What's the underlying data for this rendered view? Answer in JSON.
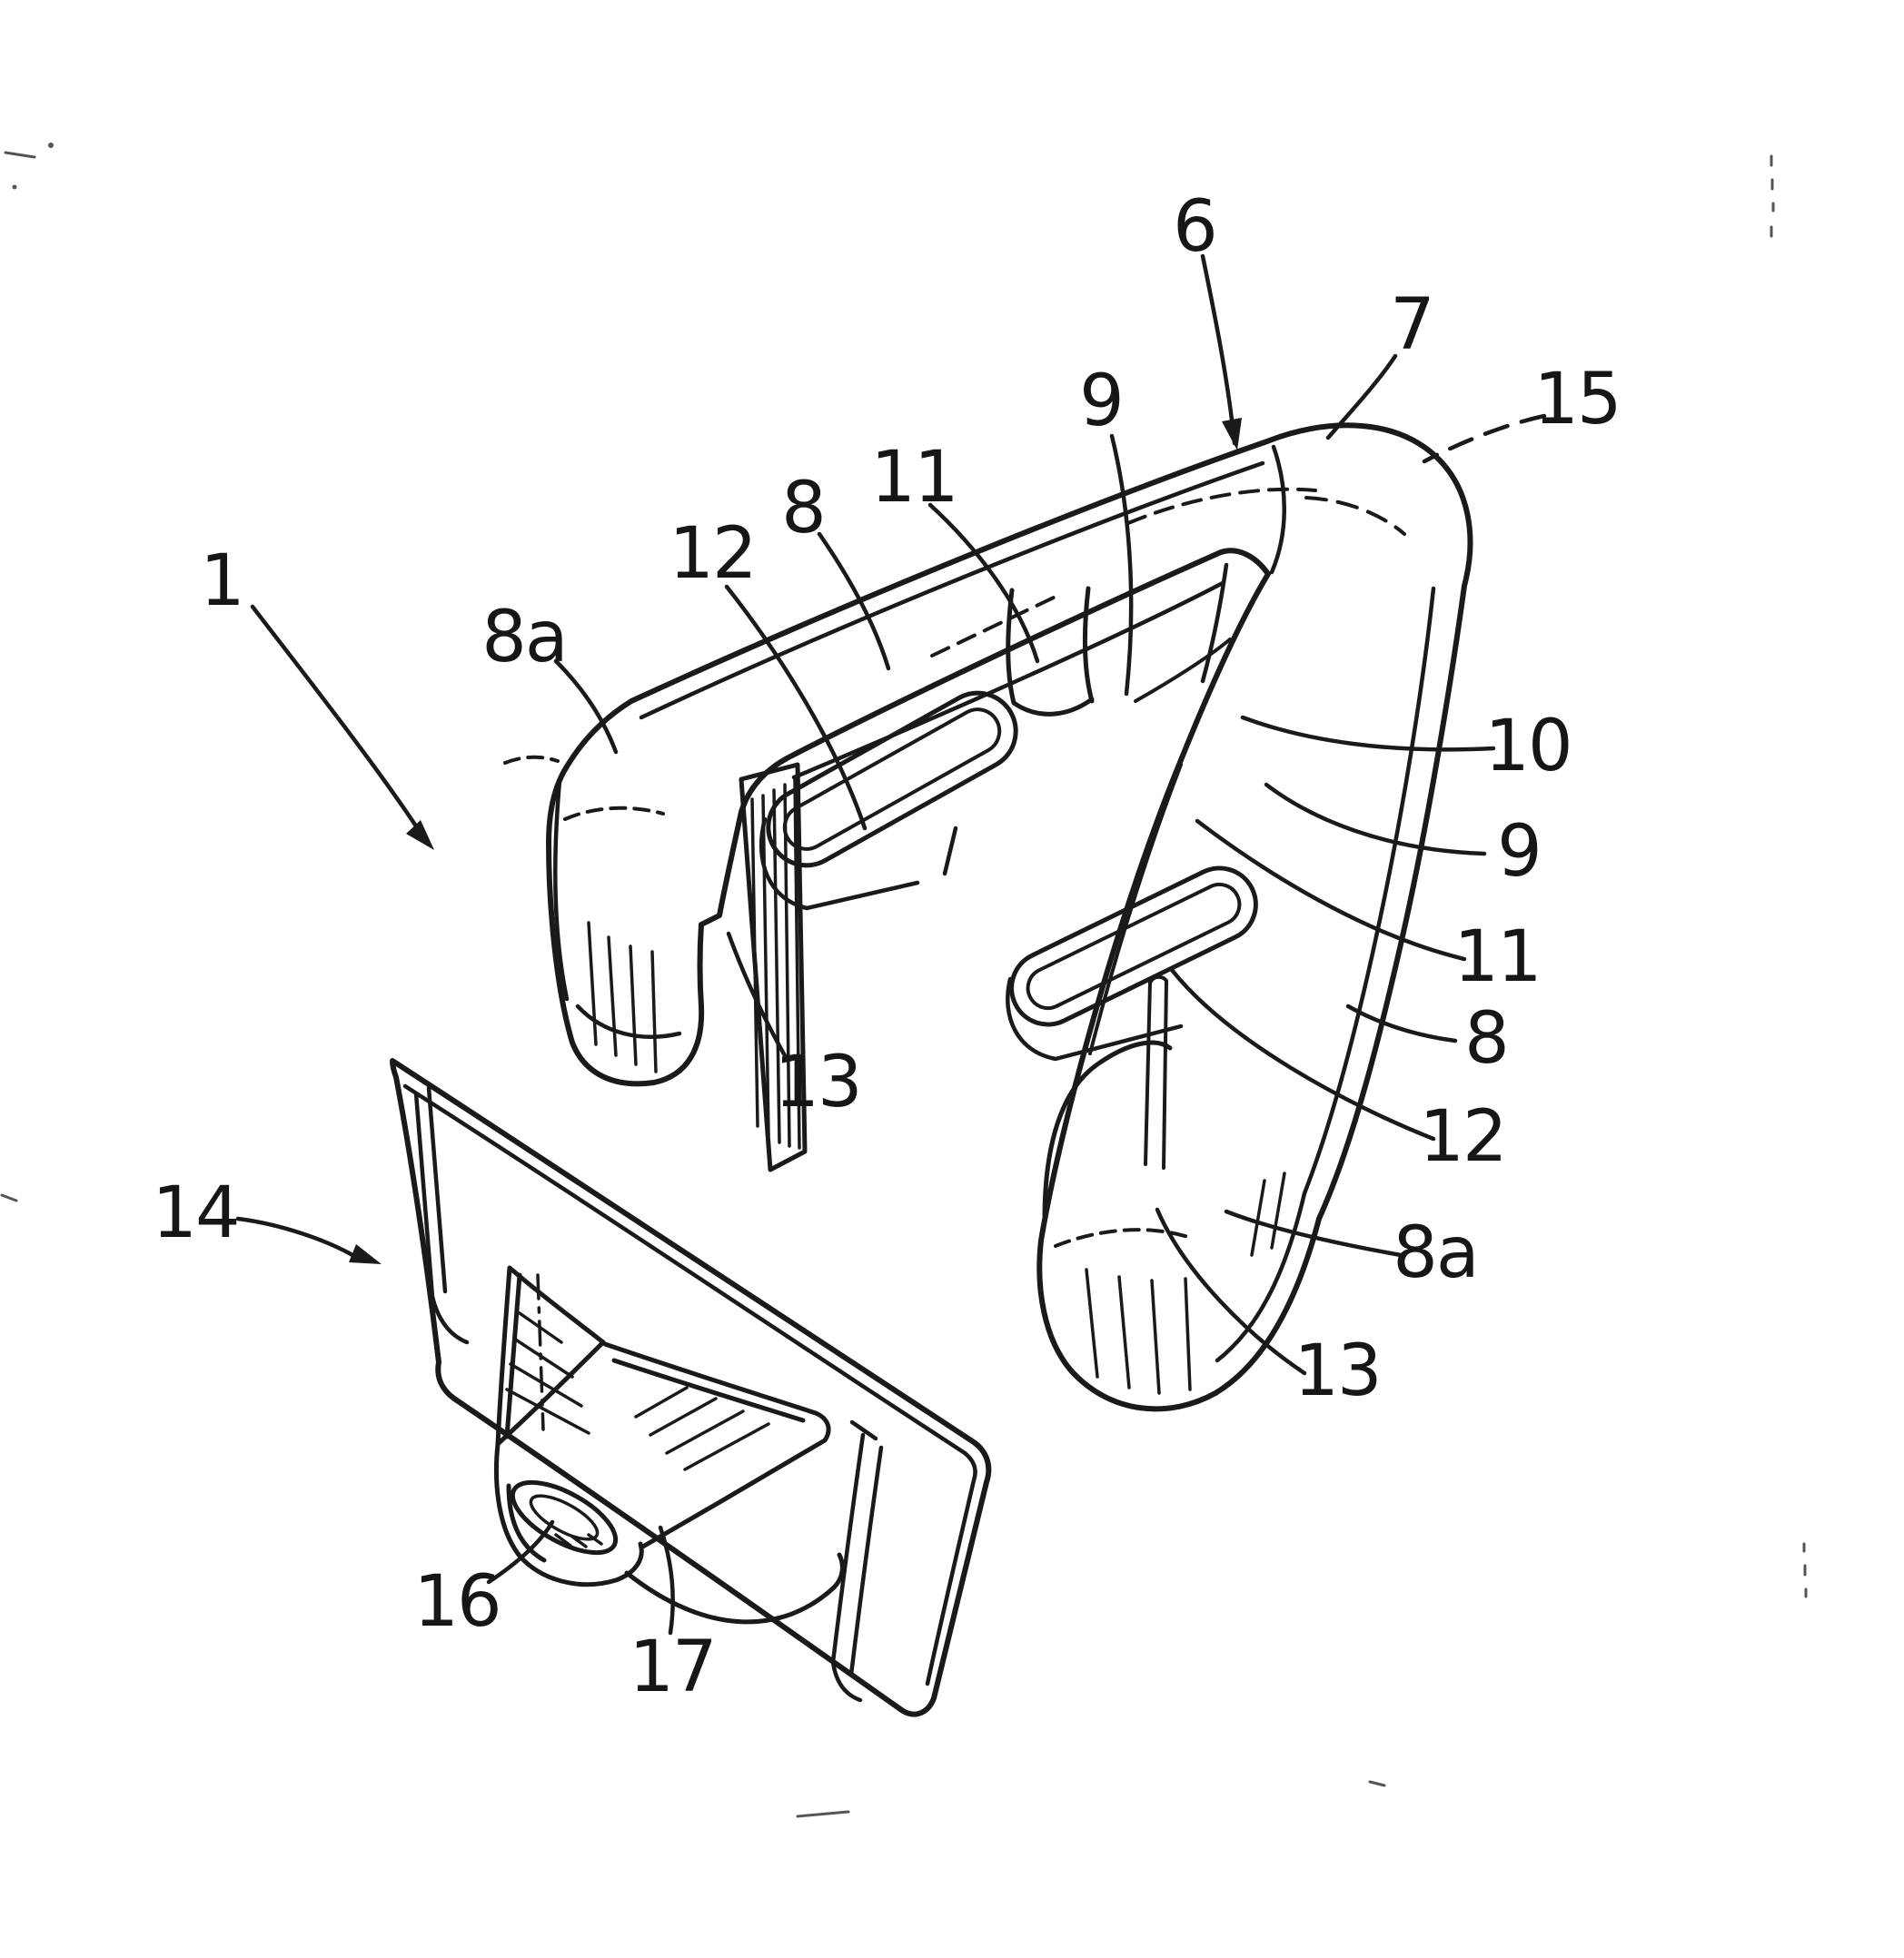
{
  "figure": {
    "ink_color": "#1a1a1a",
    "paper_color": "#ffffff",
    "labels": [
      {
        "id": "ref-1",
        "text": "1"
      },
      {
        "id": "ref-6",
        "text": "6"
      },
      {
        "id": "ref-7",
        "text": "7"
      },
      {
        "id": "ref-15",
        "text": "15"
      },
      {
        "id": "ref-9-top",
        "text": "9"
      },
      {
        "id": "ref-10",
        "text": "10"
      },
      {
        "id": "ref-9-right",
        "text": "9"
      },
      {
        "id": "ref-11-right",
        "text": "11"
      },
      {
        "id": "ref-8-right",
        "text": "8"
      },
      {
        "id": "ref-12-right",
        "text": "12"
      },
      {
        "id": "ref-8a-right",
        "text": "8a"
      },
      {
        "id": "ref-13-right",
        "text": "13"
      },
      {
        "id": "ref-8-left",
        "text": "8"
      },
      {
        "id": "ref-11-left",
        "text": "11"
      },
      {
        "id": "ref-12-left",
        "text": "12"
      },
      {
        "id": "ref-8a-left",
        "text": "8a"
      },
      {
        "id": "ref-13-left",
        "text": "13"
      },
      {
        "id": "ref-14",
        "text": "14"
      },
      {
        "id": "ref-16",
        "text": "16"
      },
      {
        "id": "ref-17",
        "text": "17"
      }
    ]
  }
}
